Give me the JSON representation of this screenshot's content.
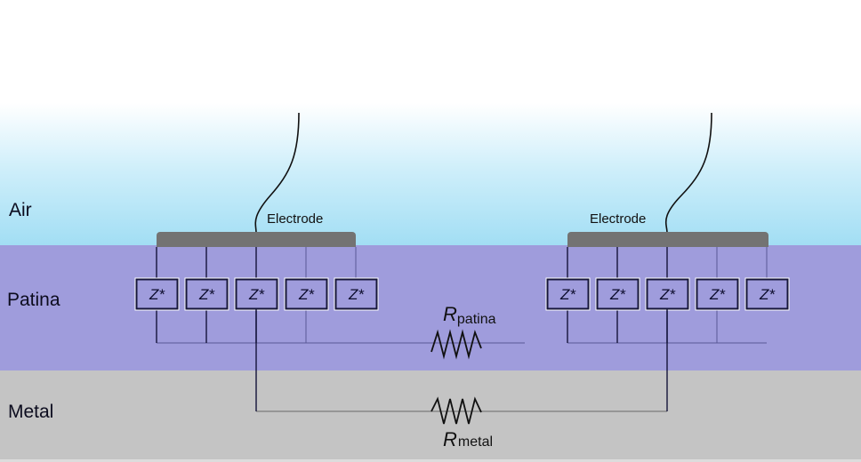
{
  "layers": [
    {
      "id": "air",
      "label": "Air",
      "color": "#a2def4"
    },
    {
      "id": "patina",
      "label": "Patina",
      "color": "#9f9cdc"
    },
    {
      "id": "metal",
      "label": "Metal",
      "color": "#c4c4c4"
    }
  ],
  "electrodes": [
    {
      "label": "Electrode",
      "color": "#737373",
      "impedance_count": 5
    },
    {
      "label": "Electrode",
      "color": "#737373",
      "impedance_count": 5
    }
  ],
  "impedance": {
    "symbol": "Z*"
  },
  "resistors": {
    "patina": {
      "symbol": "R",
      "subscript": "patina"
    },
    "metal": {
      "symbol": "R",
      "subscript": "metal"
    }
  },
  "colors": {
    "wire": "#14143a",
    "wire_light": "#5a5896",
    "box_border": "#16163a",
    "box_highlight": "#ffffff"
  }
}
